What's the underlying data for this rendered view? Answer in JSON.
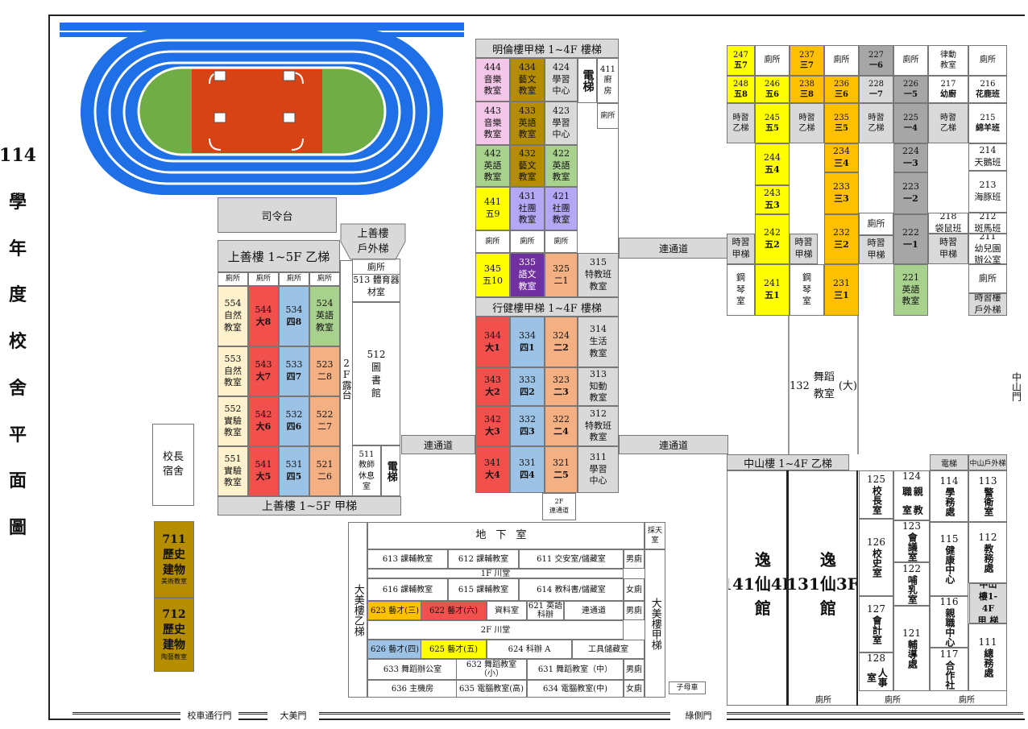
{
  "title": {
    "chars": [
      "114",
      "學",
      "年",
      "度",
      "校",
      "舍",
      "平",
      "面",
      "圖"
    ]
  },
  "colors": {
    "red": "#f2504c",
    "blue": "#9cc3e6",
    "orange": "#f4b083",
    "green": "#a9d18e",
    "cream": "#fff2cc",
    "gray": "#d9d9d9",
    "yellow": "#ffff00",
    "gold": "#ffc000",
    "darkgray": "#a6a6a6",
    "pink": "#f4c7e8",
    "brown": "#b58d00",
    "purple": "#7030a0",
    "lavender": "#b4a7f5",
    "track": "#1f6fe6",
    "field": "#70ad47",
    "court": "#d84315"
  },
  "shangshan": {
    "header_top": "上善樓 1~5F 乙梯",
    "header_bottom": "上善樓 1~5F 甲梯",
    "stair_out": "上善樓 戶外梯",
    "toilet": "廁所",
    "rooms": [
      [
        "554",
        "自然",
        "教室"
      ],
      [
        "544",
        "大8"
      ],
      [
        "534",
        "四8"
      ],
      [
        "524",
        "英語",
        "教室"
      ],
      [
        "553",
        "自然",
        "教室"
      ],
      [
        "543",
        "大7"
      ],
      [
        "533",
        "四7"
      ],
      [
        "523",
        "二8"
      ],
      [
        "552",
        "實驗",
        "教室"
      ],
      [
        "542",
        "大6"
      ],
      [
        "532",
        "四6"
      ],
      [
        "522",
        "二7"
      ],
      [
        "551",
        "實驗",
        "教室"
      ],
      [
        "541",
        "大5"
      ],
      [
        "531",
        "四5"
      ],
      [
        "521",
        "二6"
      ]
    ],
    "r513": "513 體育器材室",
    "r512": [
      "512",
      "圖",
      "書",
      "館"
    ],
    "terrace": "2F露台",
    "r511": [
      "511",
      "教師",
      "休息",
      "室"
    ],
    "elevator": "電梯"
  },
  "other": {
    "podium": "司令台",
    "dorm": [
      "校長",
      "宿舍"
    ],
    "h711": [
      "711",
      "歷史",
      "建物"
    ],
    "h711s": "美術教室",
    "h712": [
      "712",
      "歷史",
      "建物"
    ],
    "h712s": "陶藝教室",
    "corridor": "連通道",
    "corridor2f": [
      "2F",
      "連通道"
    ],
    "dance": [
      "132",
      "舞蹈教室",
      "(大)"
    ],
    "zhongshan_road": "中山門",
    "school_bus": "校車通行門",
    "daimei_gate": "大美門",
    "side_gate": "綠側門",
    "kid_car": "子母車"
  },
  "minglun": {
    "header": "明倫樓甲梯 1~4F 樓梯",
    "rooms": [
      [
        "444",
        "音樂",
        "教室"
      ],
      [
        "434",
        "藝文",
        "教室"
      ],
      [
        "424",
        "學習",
        "中心"
      ],
      [
        "443",
        "音樂",
        "教室"
      ],
      [
        "433",
        "英語",
        "教室"
      ],
      [
        "423",
        "學習",
        "中心"
      ],
      [
        "442",
        "英語",
        "教室"
      ],
      [
        "432",
        "藝文",
        "教室"
      ],
      [
        "422",
        "英語",
        "教室"
      ],
      [
        "441",
        "五9"
      ],
      [
        "431",
        "社團",
        "教室"
      ],
      [
        "421",
        "社團",
        "教室"
      ]
    ],
    "elevator": "電梯",
    "r411": [
      "411",
      "廚",
      "房"
    ],
    "toilet": "廁所"
  },
  "xingjian": {
    "header": "行健樓甲梯 1~4F 樓梯",
    "row3": [
      [
        "345",
        "五10"
      ],
      [
        "335",
        "語文",
        "教室"
      ],
      [
        "325",
        "二1"
      ],
      [
        "315",
        "特教班",
        "教室"
      ]
    ],
    "rooms": [
      [
        "344",
        "大1"
      ],
      [
        "334",
        "四1"
      ],
      [
        "324",
        "二2"
      ],
      [
        "314",
        "生活",
        "教室"
      ],
      [
        "343",
        "大2"
      ],
      [
        "333",
        "四2"
      ],
      [
        "323",
        "二3"
      ],
      [
        "313",
        "知動",
        "教室"
      ],
      [
        "342",
        "大3"
      ],
      [
        "332",
        "四3"
      ],
      [
        "322",
        "二4"
      ],
      [
        "312",
        "特教班",
        "教室"
      ],
      [
        "341",
        "大4"
      ],
      [
        "331",
        "四4"
      ],
      [
        "321",
        "二5"
      ],
      [
        "311",
        "學習",
        "中心"
      ]
    ]
  },
  "zhongshan": {
    "header": "中山樓 1~4F 乙梯",
    "elevator": "電梯",
    "outstair": "中山戶外梯",
    "jia": [
      "中山",
      "樓1-",
      "4F",
      "甲 梯"
    ],
    "top": [
      [
        "247",
        "五7"
      ],
      "廁所",
      [
        "237",
        "三7"
      ],
      "廁所",
      [
        "227",
        "一6"
      ],
      "廁所",
      [
        "律動",
        "教室"
      ],
      "廁所",
      [
        "248",
        "五8"
      ],
      [
        "246",
        "五6"
      ],
      [
        "238",
        "三8"
      ],
      [
        "236",
        "三6"
      ],
      [
        "228",
        "一7"
      ],
      [
        "226",
        "一5"
      ],
      [
        "217",
        "幼廚"
      ],
      [
        "216",
        "花鹿班"
      ],
      [
        "時習",
        "乙梯"
      ],
      [
        "245",
        "五5"
      ],
      [
        "時習",
        "乙梯"
      ],
      [
        "235",
        "三5"
      ],
      [
        "時習",
        "乙梯"
      ],
      [
        "225",
        "一4"
      ],
      [
        "時習",
        "乙梯"
      ],
      [
        "215",
        "綿羊班"
      ]
    ],
    "c244": [
      "244",
      "五4"
    ],
    "c243": [
      "243",
      "五3"
    ],
    "c242": [
      "242",
      "五2"
    ],
    "c241": [
      "241",
      "五1"
    ],
    "c234": [
      "234",
      "三4"
    ],
    "c233": [
      "233",
      "三3"
    ],
    "c232": [
      "232",
      "三2"
    ],
    "c231": [
      "231",
      "三1"
    ],
    "c224": [
      "224",
      "一3"
    ],
    "c223": [
      "223",
      "一2"
    ],
    "c222": [
      "222",
      "一1"
    ],
    "c221": [
      "221",
      "英語",
      "教室"
    ],
    "c214": [
      "214",
      "天鵝班"
    ],
    "c213": [
      "213",
      "海豚班"
    ],
    "c212": [
      "212",
      "斑馬班"
    ],
    "c211": [
      "211",
      "幼兒園",
      "辦公室"
    ],
    "c218": [
      "218",
      "袋鼠班"
    ],
    "stair": [
      "時習",
      "甲梯"
    ],
    "piano": [
      "鋼",
      "琴",
      "室"
    ],
    "toilet": "廁所",
    "outdoor": [
      "時習樓",
      "戶外梯"
    ],
    "r141": [
      "141",
      "逸仙館",
      "4F"
    ],
    "r131": [
      "131",
      "逸仙館",
      "3F"
    ],
    "office": [
      [
        "125",
        "校長室"
      ],
      [
        "124",
        "親職",
        "教室"
      ],
      [
        "114",
        "學務處"
      ],
      [
        "113",
        "警衛室"
      ],
      [
        "126",
        "校史室"
      ],
      [
        "123",
        "會議室"
      ],
      [
        "115",
        "健康",
        "中心"
      ],
      [
        "112",
        "教務處"
      ],
      [
        "122",
        "哺乳室"
      ],
      [
        "127",
        "會計室"
      ],
      [
        "121",
        "輔導處"
      ],
      [
        "116",
        "親職",
        "中心"
      ],
      [
        "111",
        "總務處"
      ],
      [
        "128",
        "人事室"
      ],
      [
        "117",
        "合作社"
      ]
    ]
  },
  "damei": {
    "stair_yi": "大美樓乙梯",
    "stair_jia": "大美樓甲梯",
    "basement": "地下室",
    "outstair": "採天室",
    "rows": [
      [
        "613 課輔教室",
        "612 課輔教室",
        "611 交安室/儲藏室",
        "男廁"
      ],
      [
        "1F 川堂"
      ],
      [
        "616 課輔教室",
        "615 課輔教室",
        "614 教科書/儲藏室",
        "女廁"
      ],
      [
        "623 藝才(三)",
        "622 藝才(六)",
        "資料室",
        "621 英語科辦",
        "連通道",
        "男廁"
      ],
      [
        "2F 川堂"
      ],
      [
        "626 藝才(四)",
        "625 藝才(五)",
        "624 科辦 A",
        "工具儲藏室"
      ],
      [
        "633 舞蹈辦公室",
        "632 舞蹈教室（小）",
        "631 舞蹈教室（中）",
        "男廁"
      ],
      [
        "636 主機房",
        "635 電腦教室(高)",
        "634 電腦教室(中)",
        "女廁"
      ]
    ]
  }
}
